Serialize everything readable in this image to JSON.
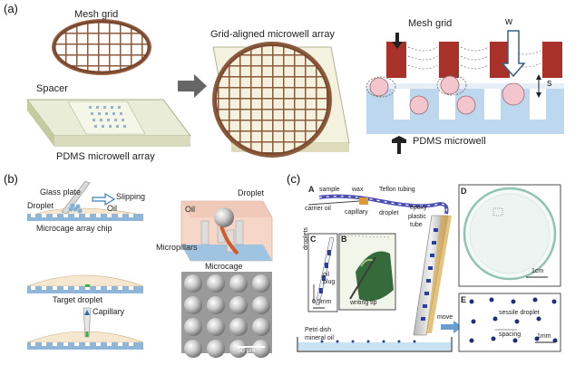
{
  "panel_a": {
    "letter": "(a)",
    "mesh_grid_label": "Mesh grid",
    "spacer_label": "Spacer",
    "pdms_array_label": "PDMS microwell array",
    "grid_aligned_label": "Grid-aligned microwell array",
    "mesh_grid_right_label": "Mesh grid",
    "w_label": "w",
    "s_label": "s",
    "pdms_microwell_label": "PDMS microwell"
  },
  "panel_b": {
    "letter": "(b)",
    "glass_plate": "Glass plate",
    "slipping": "Slipping",
    "droplet": "Droplet",
    "oil": "Oil",
    "chip": "Microcage array chip",
    "droplet_3d": "Droplet",
    "oil_3d": "Oil",
    "micropillars": "Micropillars",
    "microcage": "Microcage",
    "target_droplet": "Target droplet",
    "capillary": "Capillary",
    "scale": "50 μm"
  },
  "panel_c": {
    "letter": "(c)",
    "A": "A",
    "sample": "sample",
    "wax": "wax",
    "teflon": "Teflon tubing",
    "carrier_oil": "carrier oil",
    "capillary": "capillary",
    "droplet": "droplet",
    "epoxy": "epoxy",
    "plastic": "plastic",
    "tube": "tube",
    "C": "C",
    "B": "B",
    "D": "D",
    "E": "E",
    "droplets": "droplets",
    "oil_plug_1": "oil",
    "oil_plug_2": "plug",
    "scale_c": "0.5mm",
    "writing_tip": "writing tip",
    "petri": "Petri dish",
    "mineral": "mineral oil",
    "move": "move",
    "scale_d": "1cm",
    "sessile": "sessile droplet",
    "spacing": "spacing",
    "scale_e": "1mm"
  },
  "colors": {
    "mesh": "#8b5a3c",
    "pdms_blue": "#a9cdea",
    "pillar_red": "#a8322a",
    "droplet_pink": "#f2c6cc",
    "chip_blue": "#8eb6d8",
    "petri_blue": "#c9e2f2"
  }
}
